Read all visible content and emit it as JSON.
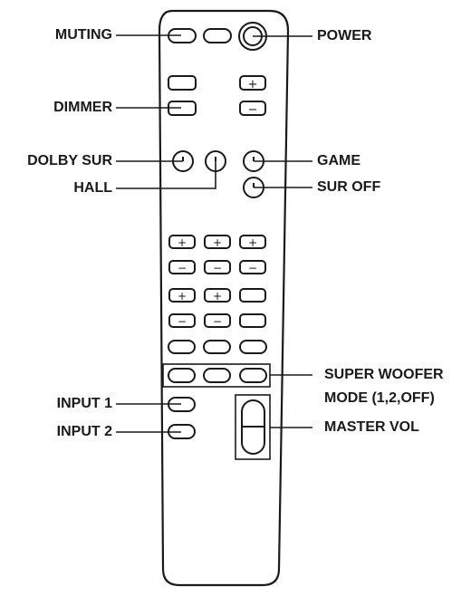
{
  "labels": {
    "muting": "MUTING",
    "dimmer": "DIMMER",
    "dolby_sur": "DOLBY SUR",
    "hall": "HALL",
    "input1": "INPUT 1",
    "input2": "INPUT 2",
    "power": "POWER",
    "game": "GAME",
    "sur_off": "SUR OFF",
    "super_woofer_line1": "SUPER WOOFER",
    "super_woofer_line2": "MODE (1,2,OFF)",
    "master_vol": "MASTER VOL"
  },
  "glyphs": {
    "plus": "+",
    "minus": "−"
  },
  "colors": {
    "ink": "#1a1a1a",
    "body": "#ffffff"
  }
}
